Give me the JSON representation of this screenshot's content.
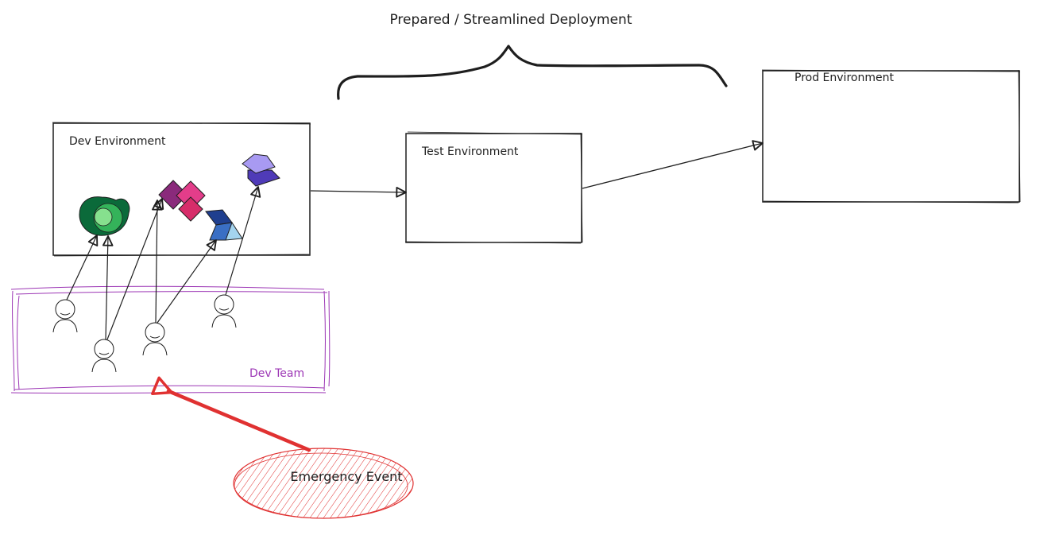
{
  "diagram": {
    "title": "Prepared / Streamlined Deployment",
    "environments": {
      "dev": "Dev Environment",
      "test": "Test Environment",
      "prod": "Prod Environment"
    },
    "team_label": "Dev Team",
    "emergency_label": "Emergency Event",
    "icons": [
      "dataverse-icon",
      "power-apps-icon",
      "power-automate-icon",
      "copilot-studio-icon"
    ],
    "colors": {
      "ink": "#1e1e1e",
      "team": "#9c36b5",
      "emergency": "#e03131"
    }
  }
}
